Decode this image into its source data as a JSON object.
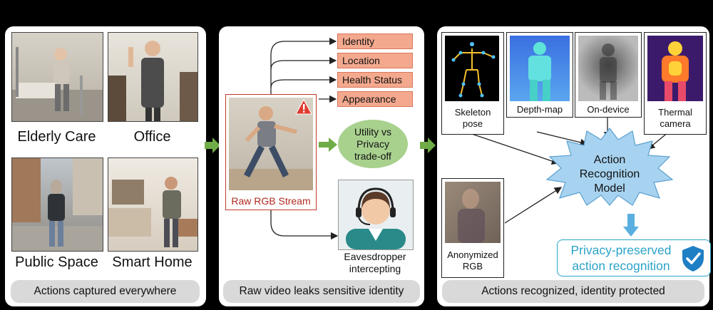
{
  "panel1": {
    "scenes": [
      {
        "label": "Elderly Care"
      },
      {
        "label": "Office"
      },
      {
        "label": "Public Space"
      },
      {
        "label": "Smart Home"
      }
    ],
    "footer": "Actions captured everywhere"
  },
  "panel2": {
    "leaks": [
      "Identity",
      "Location",
      "Health Status",
      "Appearance"
    ],
    "stream_label": "Raw RGB Stream",
    "tradeoff": [
      "Utility vs",
      "Privacy",
      "trade-off"
    ],
    "eavesdropper": [
      "Eavesdropper",
      "intercepting"
    ],
    "footer": "Raw video leaks sensitive identity"
  },
  "panel3": {
    "modalities": [
      {
        "label_lines": [
          "Skeleton",
          "pose"
        ]
      },
      {
        "label_lines": [
          "Depth-map"
        ]
      },
      {
        "label_lines": [
          "On-device"
        ]
      },
      {
        "label_lines": [
          "Thermal",
          "camera"
        ]
      }
    ],
    "anonymized": [
      "Anonymized",
      "RGB"
    ],
    "model": [
      "Action",
      "Recognition",
      "Model"
    ],
    "output": [
      "Privacy-preserved",
      "action recognition"
    ],
    "footer": "Actions recognized, identity protected"
  },
  "colors": {
    "leak_fill": "#f4a98e",
    "stream_border": "#c0392b",
    "tradeoff_fill": "#a9d18e",
    "model_fill": "#a7d3f0",
    "output_text": "#2ba3c7",
    "arrow_green": "#70ad47"
  }
}
